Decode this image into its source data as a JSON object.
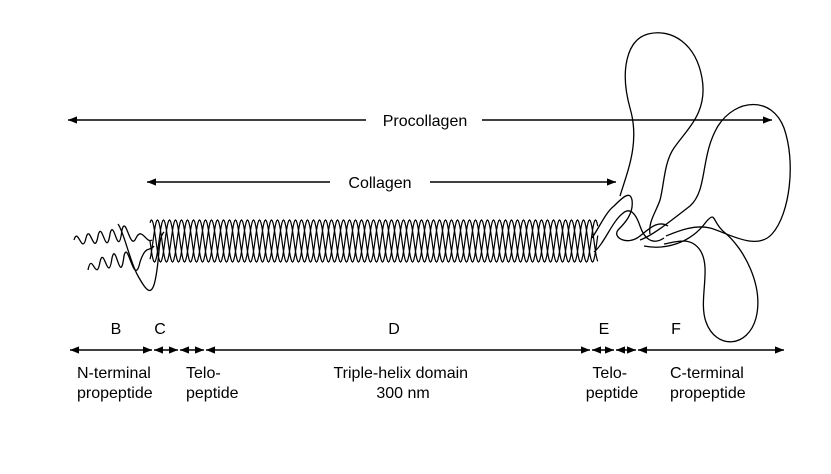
{
  "labels": {
    "procollagen": "Procollagen",
    "collagen": "Collagen",
    "regions": {
      "b": "B",
      "c": "C",
      "d": "D",
      "e": "E",
      "f": "F"
    },
    "n_propeptide": [
      "N-terminal",
      "propeptide"
    ],
    "n_telopeptide": [
      "Telo-",
      "peptide"
    ],
    "triple_helix": [
      "Triple-helix domain",
      "300 nm"
    ],
    "c_telopeptide": [
      "Telo-",
      "peptide"
    ],
    "c_propeptide": [
      "C-terminal",
      "propeptide"
    ]
  }
}
